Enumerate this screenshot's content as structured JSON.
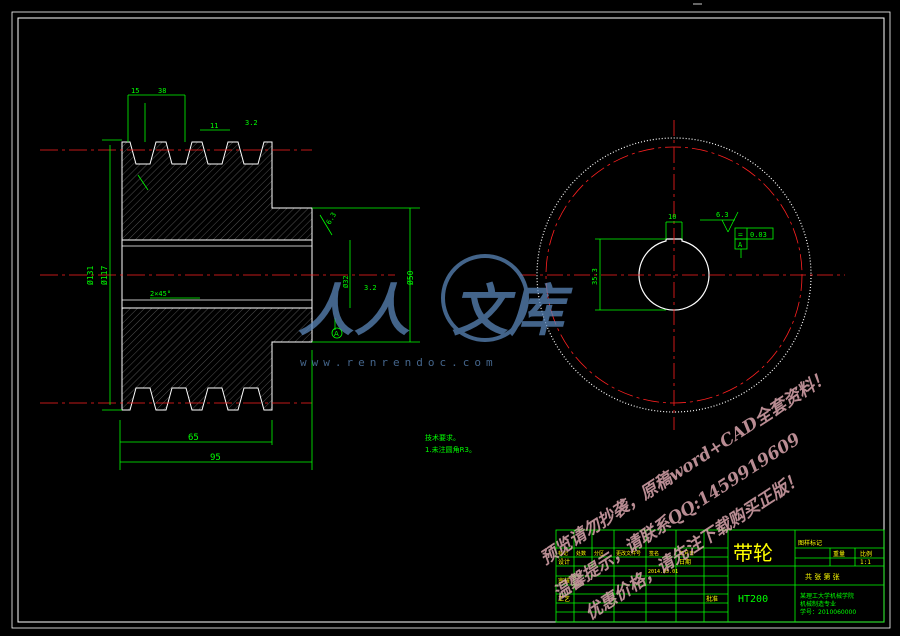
{
  "colors": {
    "outline": "#ffffff",
    "part": "#e0e0e0",
    "dimension": "#00ff00",
    "centerline": "#ff2020",
    "hatch": "#606060",
    "annotation": "#ffff00",
    "title_text": "#ffff00",
    "watermark_blue": "#5a86b8",
    "watermark_pink": "#e8b0b8"
  },
  "drawing": {
    "dims": {
      "groove_pitch": "15",
      "groove_top": "38",
      "groove_depth": "11",
      "roughness_top": "3.2",
      "od": "Ø131",
      "pd": "Ø117",
      "hub_len": "65",
      "total_len": "95",
      "bore": "Ø32",
      "hub_dia": "Ø50",
      "chamfer_bore": "2×45°",
      "roughness_hub": "6.3",
      "roughness_bore": "3.2",
      "datum": "A"
    },
    "tech_req": {
      "title": "技术要求。",
      "line1": "1.未注圆角R3。"
    },
    "side_view": {
      "roughness": "6.3",
      "tolerance_symbol": "=",
      "tolerance_value": "0.03",
      "datum": "A",
      "keyway_dim": "10",
      "hub_label": "35.3"
    }
  },
  "title_block": {
    "part_name": "带轮",
    "material": "HT200",
    "scale_label": "比例",
    "scale_value": "1:1",
    "weight_label": "重量",
    "sheet_label": "共 张   第 张",
    "top_label": "图样标记",
    "design": "设计",
    "check": "审核",
    "process": "工艺",
    "date_label": "日期",
    "date_value": "2014.05.01",
    "approve": "批准",
    "school_line1": "某理工大学机械学院",
    "school_line2": "机械制造专业",
    "school_line3": "学号：2010060000",
    "row_labels": [
      "标记",
      "处数",
      "分区",
      "更改文件号",
      "签名",
      "年月日"
    ]
  },
  "watermark": {
    "logo_left": "人人",
    "logo_right": "文库",
    "site": "www.renrendoc.com",
    "line1": "预览请勿抄袭，原稿word+CAD全套资料！",
    "line2": "温馨提示，请联系QQ:1459919609",
    "line3": "优惠价格，请先注下载购买正版！"
  }
}
